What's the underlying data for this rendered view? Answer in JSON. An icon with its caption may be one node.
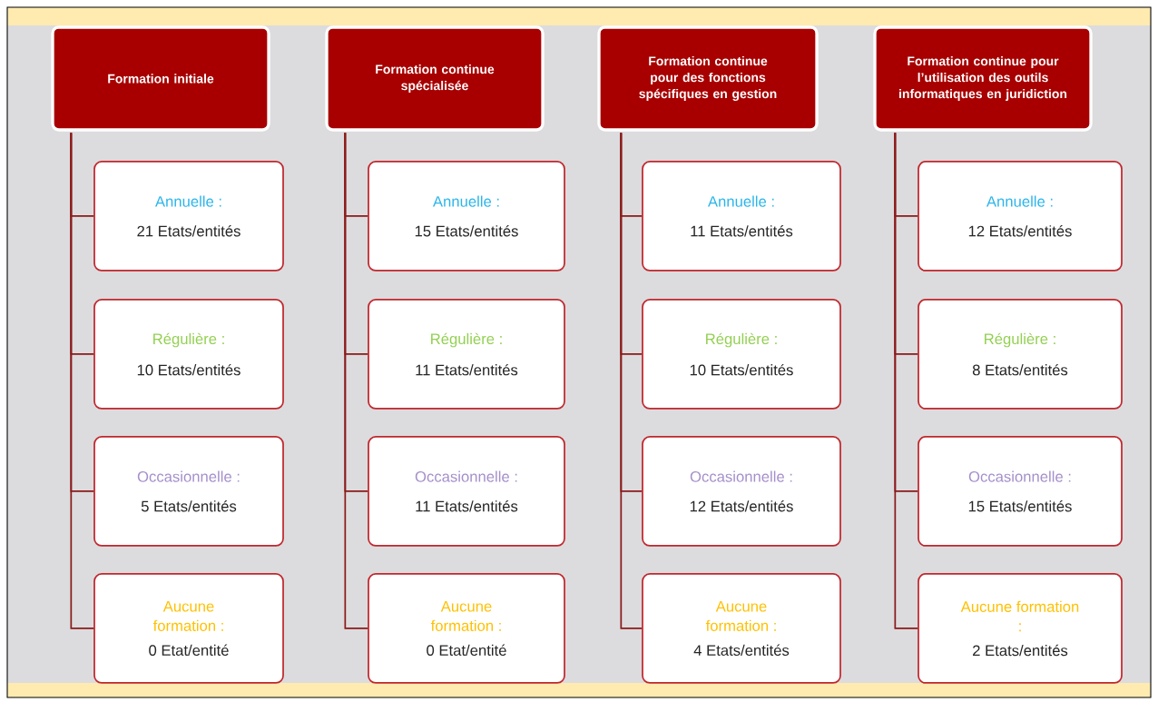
{
  "diagram": {
    "nodes": [
      {
        "text": [
          "Formation initiale"
        ]
      },
      {
        "text": [
          "Annuelle :",
          "21 Etats/entités"
        ]
      },
      {
        "text": [
          "Régulière :",
          "10 Etats/entités"
        ]
      },
      {
        "text": [
          "Occasionnelle :",
          "5 Etats/entités"
        ]
      },
      {
        "text": [
          "Aucune formation :",
          "0 Etat/entité"
        ]
      },
      {
        "text": [
          "Formation continue spécialisée"
        ]
      },
      {
        "text": [
          "Annuelle :",
          "15 Etats/entités"
        ]
      },
      {
        "text": [
          "Régulière :",
          "11 Etats/entités"
        ]
      },
      {
        "text": [
          "Occasionnelle :",
          "11 Etats/entités"
        ]
      },
      {
        "text": [
          "Aucune formation :",
          "0 Etat/entité"
        ]
      },
      {
        "text": [
          "Formation continue pour des fonctions spécifiques en gestion"
        ]
      },
      {
        "text": [
          "Annuelle :",
          "11 Etats/entités"
        ]
      },
      {
        "text": [
          "Régulière :",
          "10 Etats/entités"
        ]
      },
      {
        "text": [
          "Occasionnelle :",
          "12 Etats/entités"
        ]
      },
      {
        "text": [
          "Aucune formation :",
          "4 Etats/entités"
        ]
      },
      {
        "text": [
          "Formation continue pour l’utilisation des outils informatiques en juridiction"
        ]
      },
      {
        "text": [
          "Annuelle :",
          "12 Etats/entités"
        ]
      },
      {
        "text": [
          "Régulière :",
          "8 Etats/entités"
        ]
      },
      {
        "text": [
          "Occasionnelle :",
          "15 Etats/entités"
        ]
      },
      {
        "text": [
          "Aucune formation :",
          "2 Etats/entités"
        ]
      }
    ],
    "edges": [
      {
        "from": 0,
        "to": 1,
        "arrow": "none"
      },
      {
        "from": 0,
        "to": 2,
        "arrow": "none"
      },
      {
        "from": 0,
        "to": 3,
        "arrow": "none"
      },
      {
        "from": 0,
        "to": 4,
        "arrow": "none"
      },
      {
        "from": 5,
        "to": 6,
        "arrow": "none"
      },
      {
        "from": 5,
        "to": 7,
        "arrow": "none"
      },
      {
        "from": 5,
        "to": 8,
        "arrow": "none"
      },
      {
        "from": 5,
        "to": 9,
        "arrow": "none"
      },
      {
        "from": 10,
        "to": 11,
        "arrow": "none"
      },
      {
        "from": 10,
        "to": 12,
        "arrow": "none"
      },
      {
        "from": 10,
        "to": 13,
        "arrow": "none"
      },
      {
        "from": 10,
        "to": 14,
        "arrow": "none"
      },
      {
        "from": 15,
        "to": 16,
        "arrow": "none"
      },
      {
        "from": 15,
        "to": 17,
        "arrow": "none"
      },
      {
        "from": 15,
        "to": 18,
        "arrow": "none"
      },
      {
        "from": 15,
        "to": 19,
        "arrow": "none"
      }
    ]
  }
}
